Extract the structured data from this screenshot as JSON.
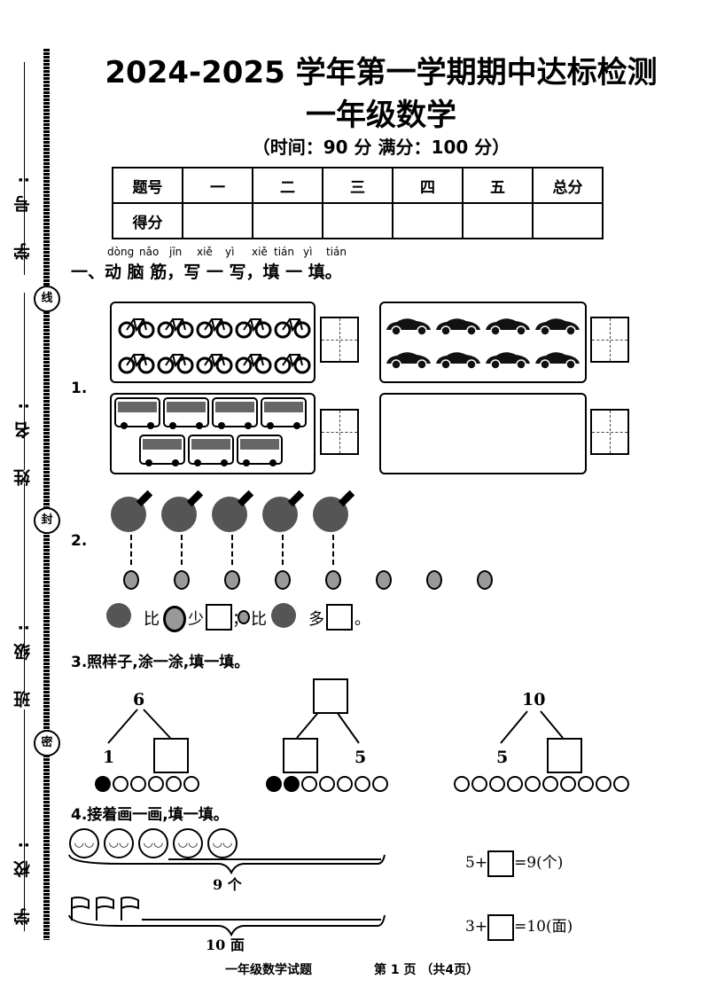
{
  "side": {
    "labels": [
      "学 号:",
      "姓 名:",
      "班 级:",
      "学 校:"
    ],
    "tags": [
      "线",
      "封",
      "密"
    ]
  },
  "header": {
    "title": "2024-2025 学年第一学期期中达标检测",
    "subtitle": "一年级数学",
    "time_info": "（时间：90 分  满分：100 分）"
  },
  "score_table": {
    "row1": [
      "题号",
      "一",
      "二",
      "三",
      "四",
      "五",
      "总分"
    ],
    "row2_label": "得分"
  },
  "section1": {
    "pinyin": [
      "dòng",
      "nǎo",
      "jīn",
      "xiě",
      "yì",
      "xiě",
      "tián",
      "yì",
      "tián"
    ],
    "title": "一、动 脑 筋，写 一 写，填 一 填。"
  },
  "q1": {
    "num": "1.",
    "groups": [
      {
        "icon": "bicycle-icon",
        "count": 10
      },
      {
        "icon": "car-icon",
        "count": 8
      },
      {
        "icon": "bus-icon",
        "count": 7
      },
      {
        "icon": "empty",
        "count": 0
      }
    ]
  },
  "q2": {
    "num": "2.",
    "paddles": 5,
    "balls": 8,
    "sentence": {
      "p1": "比",
      "p2": "少",
      "p3": "；",
      "p4": "比",
      "p5": "多",
      "p6": "。"
    }
  },
  "q3": {
    "title": "3.照样子,涂一涂,填一填。",
    "trees": [
      {
        "top": "6",
        "left": "1",
        "right": "",
        "filled": 1,
        "total": 6
      },
      {
        "top": "",
        "left": "",
        "right": "5",
        "filled": 2,
        "total": 7
      },
      {
        "top": "10",
        "left": "5",
        "right": "",
        "filled": 0,
        "total": 10
      }
    ]
  },
  "q4": {
    "title": "4.接着画一画,填一填。",
    "row1": {
      "shown": 5,
      "total_label": "9 个",
      "eq_pre": "5+",
      "eq_post": "=9(个)"
    },
    "row2": {
      "shown": 3,
      "total_label": "10 面",
      "eq_pre": "3+",
      "eq_post": "=10(面)"
    }
  },
  "footer": {
    "left": "一年级数学试题",
    "right": "第 1 页 （共4页）"
  }
}
